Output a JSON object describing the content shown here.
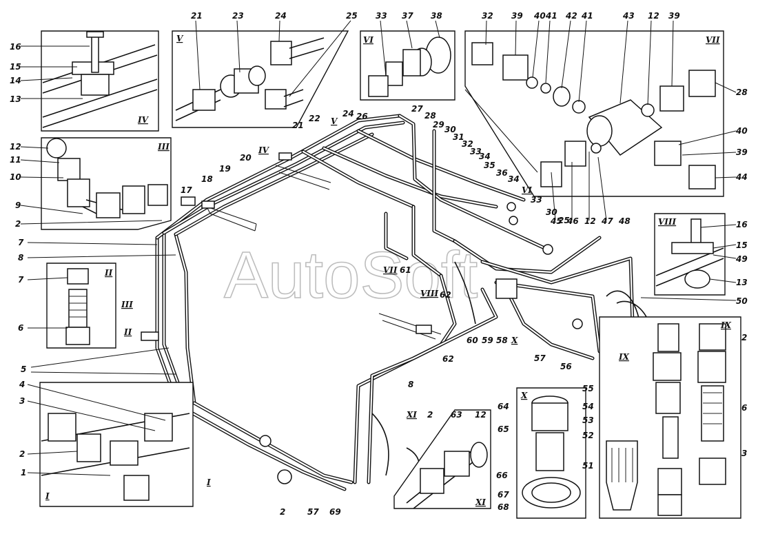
{
  "watermark": "AutoSoft",
  "callouts": [
    "1",
    "2",
    "3",
    "4",
    "5",
    "6",
    "7",
    "8",
    "9",
    "10",
    "11",
    "12",
    "13",
    "14",
    "15",
    "16",
    "17",
    "18",
    "19",
    "20",
    "21",
    "22",
    "23",
    "24",
    "25",
    "26",
    "27",
    "28",
    "29",
    "30",
    "31",
    "32",
    "33",
    "34",
    "35",
    "36",
    "37",
    "38",
    "39",
    "40",
    "41",
    "42",
    "43",
    "44",
    "45",
    "46",
    "47",
    "48",
    "49",
    "50",
    "51",
    "52",
    "53",
    "54",
    "55",
    "56",
    "57",
    "58",
    "59",
    "60",
    "61",
    "62",
    "63",
    "64",
    "65",
    "66",
    "67",
    "68",
    "69"
  ],
  "roman_markers": [
    "I",
    "II",
    "III",
    "IV",
    "V",
    "VI",
    "VII",
    "VIII",
    "IX",
    "X",
    "XI"
  ]
}
